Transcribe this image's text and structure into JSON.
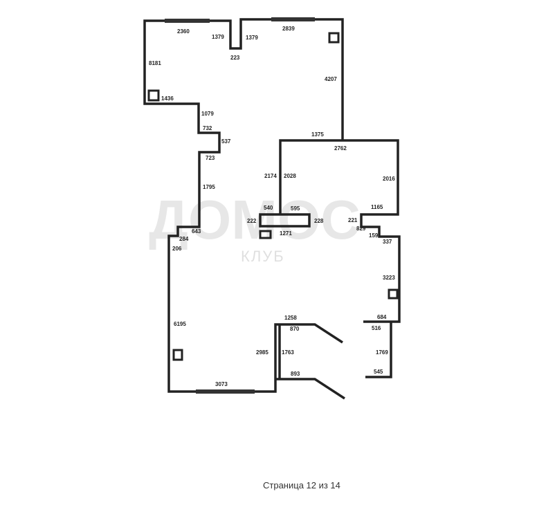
{
  "watermark": {
    "main": "ДОМОС",
    "sub": "КЛУБ"
  },
  "footer": "Страница 12 из 14",
  "dimensions": {
    "d2360": "2360",
    "d1379a": "1379",
    "d1379b": "1379",
    "d223": "223",
    "d2839": "2839",
    "d8181": "8181",
    "d4207": "4207",
    "d1436": "1436",
    "d1079": "1079",
    "d732": "732",
    "d537": "537",
    "d1375": "1375",
    "d2762": "2762",
    "d723": "723",
    "d2174": "2174",
    "d2028": "2028",
    "d2016": "2016",
    "d1795": "1795",
    "d540": "540",
    "d595": "595",
    "d1165": "1165",
    "d222": "222",
    "d228": "228",
    "d221": "221",
    "d1271": "1271",
    "d643": "643",
    "d284": "284",
    "d829": "829",
    "d159": "159",
    "d337": "337",
    "d206": "206",
    "d3223": "3223",
    "d1258": "1258",
    "d870": "870",
    "d684": "684",
    "d516": "516",
    "d6195": "6195",
    "d2985": "2985",
    "d1763": "1763",
    "d1769": "1769",
    "d545": "545",
    "d893": "893",
    "d3073": "3073"
  }
}
